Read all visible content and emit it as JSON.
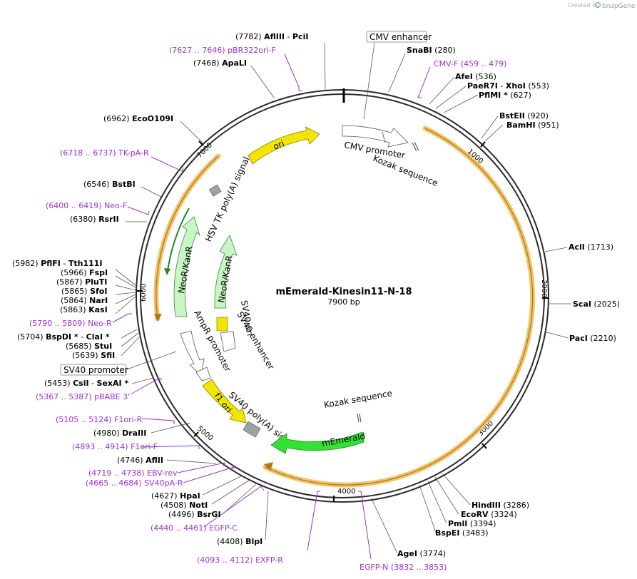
{
  "brand": {
    "created_by": "Created by",
    "name": "SnapGene"
  },
  "title": "mEmerald-Kinesin11-N-18",
  "subtitle": "7900 bp",
  "ticks": [
    "1000",
    "2000",
    "3000",
    "4000",
    "5000",
    "6000",
    "7000"
  ],
  "features": {
    "cmv_enhancer": "CMV enhancer",
    "cmv_promoter": "CMV promoter",
    "kozak_top": "Kozak sequence",
    "kozak_bottom": "Kozak sequence",
    "ori": "ori",
    "hsv_tk": "HSV TK poly(A) signal",
    "neokan_outer": "NeoR/KanR",
    "neokan_inner": "NeoR/KanR",
    "sv40_ori": "SV40 ori",
    "sv40_enhancer": "SV40 enhancer",
    "ampr_promoter": "AmpR promoter",
    "sv40_promoter": "SV40 promoter",
    "f1_ori": "f1 ori",
    "sv40_polya": "SV40 poly(A) signal",
    "memerald": "mEmerald"
  },
  "sites": {
    "afliii_pci": {
      "pos": "(7782)",
      "name": "AflIII",
      "sep": " - ",
      "name2": "PciI"
    },
    "apali": {
      "pos": "(7468)",
      "name": "ApaLI"
    },
    "ecoo109i": {
      "pos": "(6962)",
      "name": "EcoO109I"
    },
    "bstbi": {
      "pos": "(6546)",
      "name": "BstBI"
    },
    "rsrii": {
      "pos": "(6380)",
      "name": "RsrII"
    },
    "pflfi": {
      "pos": "(5982)",
      "name": "PflFI",
      "sep": " - ",
      "name2": "Tth111I"
    },
    "fspi": {
      "pos": "(5966)",
      "name": "FspI"
    },
    "pluti": {
      "pos": "(5867)",
      "name": "PluTI"
    },
    "sfoi": {
      "pos": "(5865)",
      "name": "SfoI"
    },
    "nari": {
      "pos": "(5864)",
      "name": "NarI"
    },
    "kasi": {
      "pos": "(5863)",
      "name": "KasI"
    },
    "bspdi": {
      "pos": "(5704)",
      "name": "BspDI *",
      "sep": " - ",
      "name2": "ClaI *"
    },
    "stui": {
      "pos": "(5685)",
      "name": "StuI"
    },
    "sfii": {
      "pos": "(5639)",
      "name": "SfiI"
    },
    "csii": {
      "pos": "(5453)",
      "name": "CsiI",
      "sep": " - ",
      "name2": "SexAI *"
    },
    "draiii": {
      "pos": "(4980)",
      "name": "DraIII"
    },
    "aflii": {
      "pos": "(4746)",
      "name": "AflII"
    },
    "hpai": {
      "pos": "(4627)",
      "name": "HpaI"
    },
    "noti": {
      "pos": "(4508)",
      "name": "NotI"
    },
    "bsrgi": {
      "pos": "(4496)",
      "name": "BsrGI"
    },
    "blpi": {
      "pos": "(4408)",
      "name": "BlpI"
    },
    "agei": {
      "pos": "(3774)",
      "name": "AgeI"
    },
    "bspei": {
      "pos": "(3483)",
      "name": "BspEI"
    },
    "pmli": {
      "pos": "(3394)",
      "name": "PmlI"
    },
    "ecorv": {
      "pos": "(3324)",
      "name": "EcoRV"
    },
    "hindiii": {
      "pos": "(3286)",
      "name": "HindIII"
    },
    "paci": {
      "pos": "(2210)",
      "name": "PacI"
    },
    "scai": {
      "pos": "(2025)",
      "name": "ScaI"
    },
    "acli": {
      "pos": "(1713)",
      "name": "AclI"
    },
    "bamhi": {
      "pos": "(951)",
      "name": "BamHI"
    },
    "bsteii": {
      "pos": "(920)",
      "name": "BstEII"
    },
    "pflmi": {
      "pos": "(627)",
      "name": "PflMI *"
    },
    "paer7i": {
      "pos": "(553)",
      "name": "PaeR7I",
      "sep": " - ",
      "name2": "XhoI"
    },
    "afei": {
      "pos": "(536)",
      "name": "AfeI"
    },
    "snabi": {
      "pos": "(280)",
      "name": "SnaBI"
    }
  },
  "primers": {
    "pbr322": {
      "range": "(7627 .. 7646)",
      "name": "pBR322ori-F"
    },
    "cmvf": {
      "name": "CMV-F",
      "range": "(459 .. 479)"
    },
    "tkpa": {
      "range": "(6718 .. 6737)",
      "name": "TK-pA-R"
    },
    "neof": {
      "range": "(6400 .. 6419)",
      "name": "Neo-F"
    },
    "neor": {
      "range": "(5790 .. 5809)",
      "name": "Neo-R"
    },
    "pbabe": {
      "range": "(5367 .. 5387)",
      "name": "pBABE 3'"
    },
    "f1orir": {
      "range": "(5105 .. 5124)",
      "name": "F1ori-R"
    },
    "f1orif": {
      "range": "(4893 .. 4914)",
      "name": "F1ori-F"
    },
    "ebvrev": {
      "range": "(4719 .. 4738)",
      "name": "EBV-rev"
    },
    "sv40par": {
      "range": "(4665 .. 4684)",
      "name": "SV40pA-R"
    },
    "egfpc": {
      "range": "(4440 .. 4461)",
      "name": "EGFP-C"
    },
    "exfpr": {
      "range": "(4093 .. 4112)",
      "name": "EXFP-R"
    },
    "egfpn": {
      "name": "EGFP-N",
      "range": "(3832 .. 3853)"
    }
  },
  "colors": {
    "backbone": "#2b2b2b",
    "orf_highlight": "#f2c46d",
    "primer": "#9b30d9",
    "ori": "#f2e600",
    "neor": "#c9f5c4",
    "memerald": "#33e233",
    "polya": "#9aa2aa",
    "promoter": "#ffffff"
  }
}
